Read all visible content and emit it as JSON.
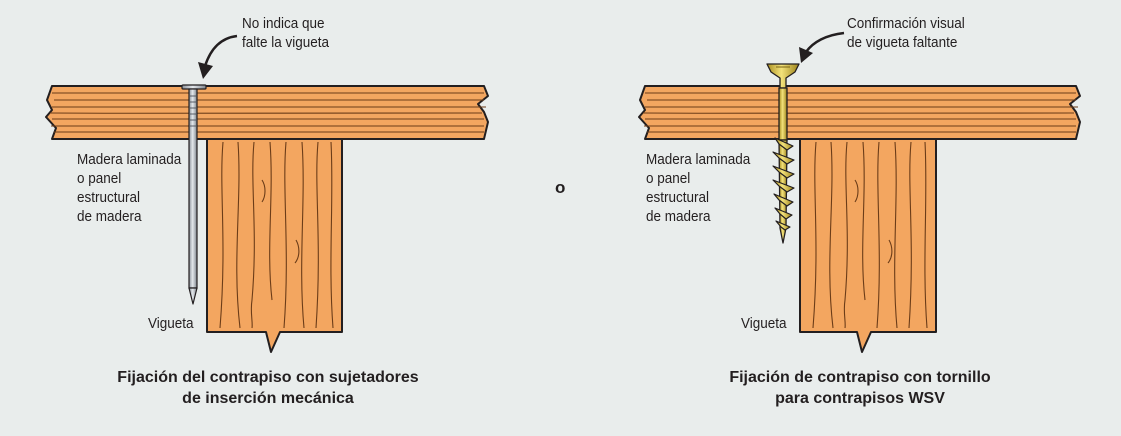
{
  "left": {
    "callout": [
      "No indica que",
      "falte la vigueta"
    ],
    "panel_label": [
      "Madera laminada",
      "o panel",
      "estructural",
      "de madera"
    ],
    "joist_label": "Vigueta",
    "caption": [
      "Fijación del contrapiso con sujetadores",
      "de inserción mecánica"
    ]
  },
  "separator": "o",
  "right": {
    "callout": [
      "Confirmación visual",
      "de vigueta faltante"
    ],
    "panel_label": [
      "Madera laminada",
      "o panel",
      "estructural",
      "de madera"
    ],
    "joist_label": "Vigueta",
    "caption": [
      "Fijación de contrapiso con tornillo",
      "para contrapisos WSV"
    ]
  },
  "colors": {
    "background": "#e9edec",
    "wood": "#f3a660",
    "grain": "#6b3c18",
    "outline": "#231f20",
    "nail": "#c3c9d0",
    "screw": "#dcc441"
  }
}
